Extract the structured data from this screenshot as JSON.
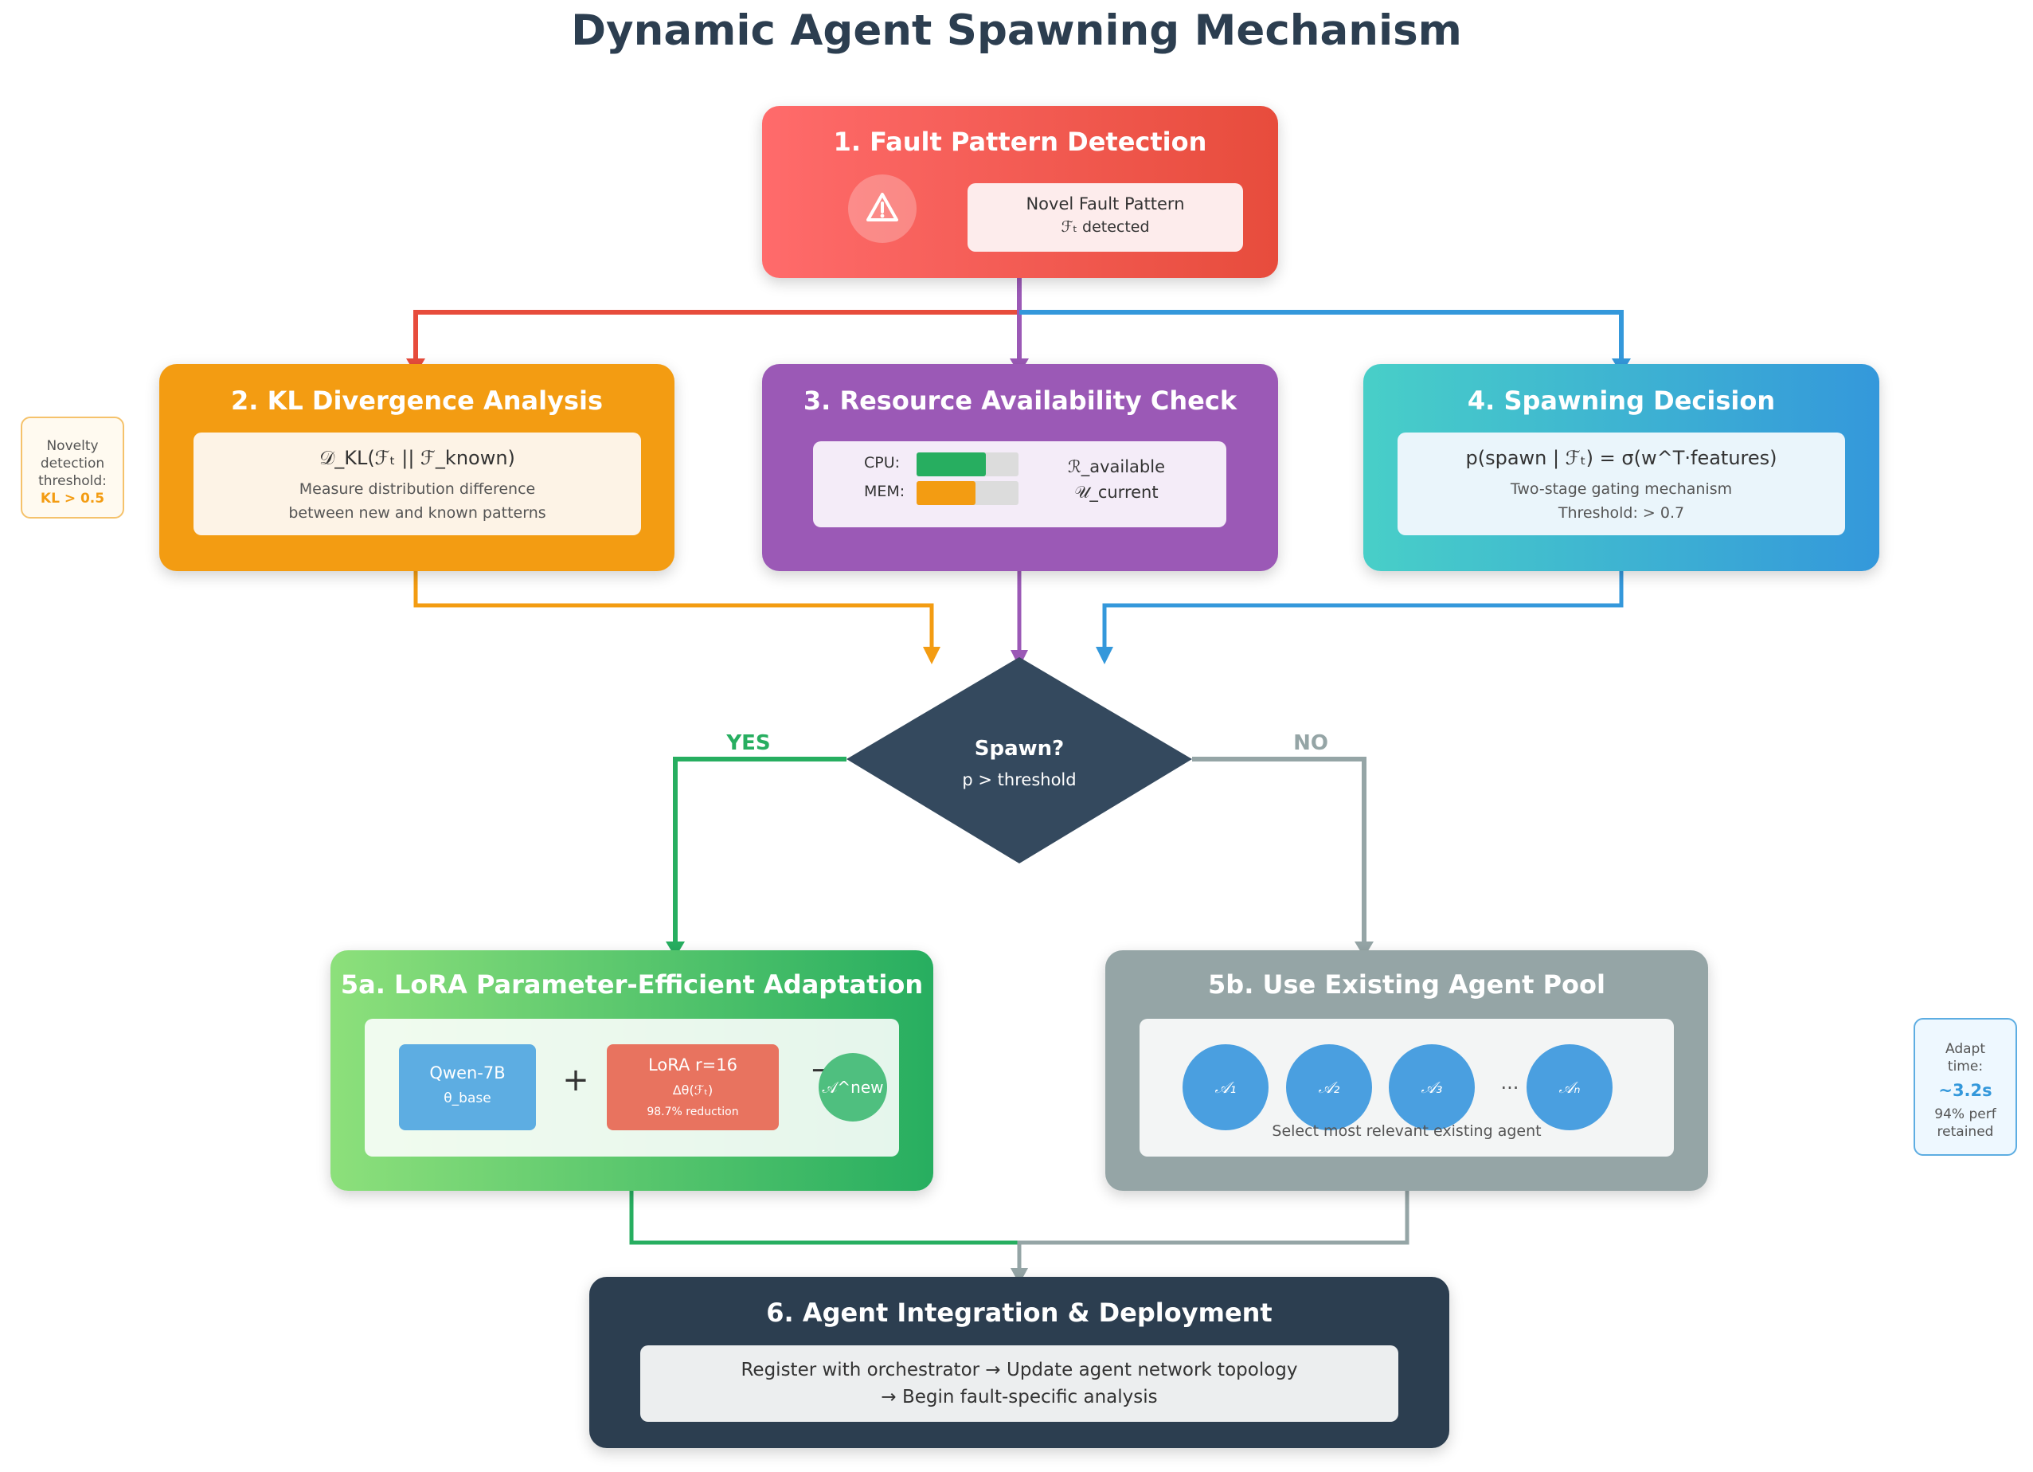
{
  "title": "Dynamic Agent Spawning Mechanism",
  "nodes": {
    "fault_detection": {
      "title": "1. Fault Pattern Detection",
      "icon": "warning-icon",
      "card_line1": "Novel Fault Pattern",
      "card_line2": "ℱₜ detected"
    },
    "kl_divergence": {
      "title": "2. KL Divergence Analysis",
      "formula": "𝒟_KL(ℱₜ || ℱ_known)",
      "desc_line1": "Measure distribution difference",
      "desc_line2": "between new and known patterns"
    },
    "resource_check": {
      "title": "3. Resource Availability Check",
      "cpu_label": "CPU:",
      "mem_label": "MEM:",
      "cpu_level": 0.68,
      "mem_level": 0.58,
      "resource_line1": "ℛ_available",
      "resource_line2": "𝒰_current"
    },
    "spawning_decision": {
      "title": "4. Spawning Decision",
      "formula": "p(spawn | ℱₜ) = σ(w^T·features)",
      "desc_line1": "Two-stage gating mechanism",
      "desc_line2": "Threshold: > 0.7"
    },
    "decision": {
      "label": "Spawn?",
      "sublabel": "p > threshold",
      "yes": "YES",
      "no": "NO"
    },
    "lora": {
      "title": "5a. LoRA Parameter-Efficient Adaptation",
      "base_model": "Qwen-7B",
      "base_param": "θ_base",
      "plus": "+",
      "lora_title": "LoRA r=16",
      "lora_param": "Δθ(ℱₜ)",
      "lora_reduction": "98.7% reduction",
      "arrow": "→",
      "new_agent": "𝒜^new"
    },
    "existing_pool": {
      "title": "5b. Use Existing Agent Pool",
      "agents": [
        "𝒜₁",
        "𝒜₂",
        "𝒜₃"
      ],
      "ellipsis": "...",
      "last_agent": "𝒜ₙ",
      "caption": "Select most relevant existing agent"
    },
    "integration": {
      "title": "6. Agent Integration & Deployment",
      "line1": "Register with orchestrator → Update agent network topology",
      "line2": "→ Begin fault-specific analysis"
    }
  },
  "notes": {
    "novelty": {
      "line1": "Novelty",
      "line2": "detection",
      "line3": "threshold:",
      "value": "KL > 0.5"
    },
    "adapt": {
      "line1": "Adapt",
      "line2": "time:",
      "value": "~3.2s",
      "line3": "94% perf",
      "line4": "retained"
    }
  },
  "colors": {
    "red": "#e74c3c",
    "orange": "#f39c12",
    "purple": "#9b59b6",
    "blue": "#3498db",
    "green": "#27ae60",
    "gray": "#95a5a6",
    "navy": "#2c3e50",
    "diamond": "#34495e"
  }
}
